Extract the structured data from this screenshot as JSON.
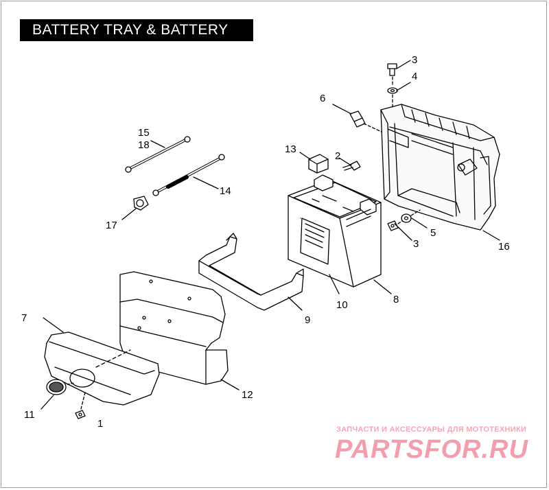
{
  "title": "BATTERY TRAY & BATTERY",
  "callouts": [
    {
      "id": "c1",
      "label": "1"
    },
    {
      "id": "c2",
      "label": "2"
    },
    {
      "id": "c3a",
      "label": "3"
    },
    {
      "id": "c3b",
      "label": "3"
    },
    {
      "id": "c4",
      "label": "4"
    },
    {
      "id": "c5",
      "label": "5"
    },
    {
      "id": "c6",
      "label": "6"
    },
    {
      "id": "c7",
      "label": "7"
    },
    {
      "id": "c8",
      "label": "8"
    },
    {
      "id": "c9",
      "label": "9"
    },
    {
      "id": "c10",
      "label": "10"
    },
    {
      "id": "c11",
      "label": "11"
    },
    {
      "id": "c12",
      "label": "12"
    },
    {
      "id": "c13",
      "label": "13"
    },
    {
      "id": "c14",
      "label": "14"
    },
    {
      "id": "c15",
      "label": "15"
    },
    {
      "id": "c16",
      "label": "16"
    },
    {
      "id": "c17",
      "label": "17"
    },
    {
      "id": "c18",
      "label": "18"
    }
  ],
  "watermark": {
    "tagline": "ЗАПЧАСТИ И АКСЕССУАРЫ ДЛЯ МОТОТЕХНИКИ",
    "brand": "PARTSFOR.RU"
  },
  "colors": {
    "line": "#000000",
    "background": "#ffffff",
    "title_bg": "#000000",
    "title_fg": "#ffffff",
    "watermark": "#f08e9e"
  }
}
